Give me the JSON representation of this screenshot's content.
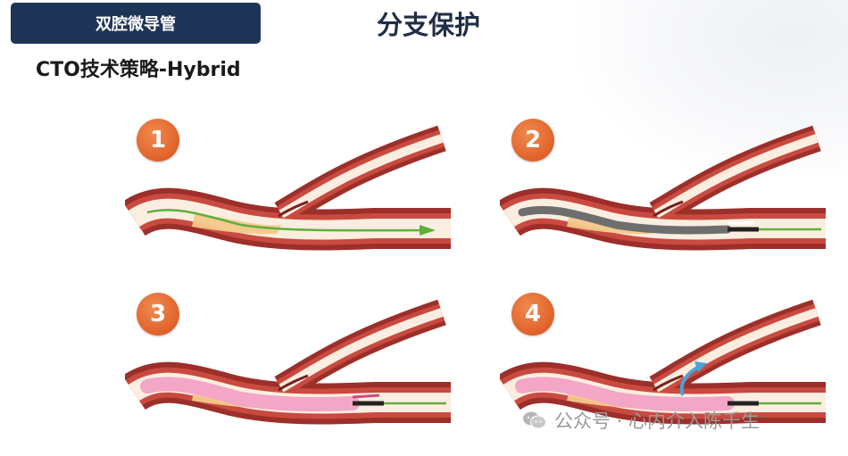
{
  "header": {
    "tag_label": "双腔微导管",
    "title": "分支保护",
    "subtitle": "CTO技术策略-Hybrid"
  },
  "panels": [
    {
      "step": "1",
      "instrument": "guidewire"
    },
    {
      "step": "2",
      "instrument": "dual-lumen-microcatheter"
    },
    {
      "step": "3",
      "instrument": "balloon"
    },
    {
      "step": "4",
      "instrument": "balloon-with-side-branch-wire"
    }
  ],
  "colors": {
    "tag_bg": "#1f3557",
    "badge": "#e0622a",
    "vessel_wall": "#9c2f2a",
    "vessel_lumen": "#c94a40",
    "plaque": "#f3c88a",
    "guidewire": "#5fae3c",
    "microcatheter": "#6e6e6e",
    "balloon": "#f3a6c6",
    "side_wire": "#4aa3d9"
  },
  "watermark": {
    "text": "公众号 · 心内介入陈千生",
    "icon": "wechat-icon"
  }
}
